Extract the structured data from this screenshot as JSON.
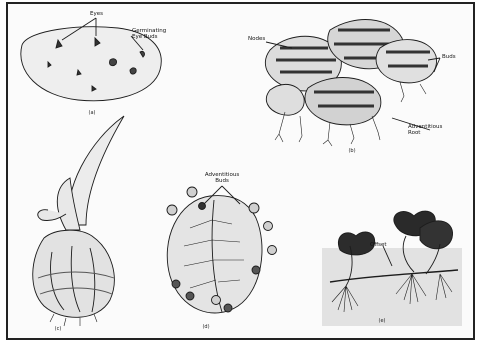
{
  "panels": [
    {
      "id": "a",
      "caption": "(a)",
      "labels": {
        "eyes": "Eyes",
        "germinating": "Germinating\nEye Buds"
      }
    },
    {
      "id": "b",
      "caption": "(b)",
      "labels": {
        "nodes": "Nodes",
        "buds": "Buds",
        "roots": "Adventitious\nRoot"
      }
    },
    {
      "id": "c",
      "caption": "(c)",
      "labels": {}
    },
    {
      "id": "d",
      "caption": "(d)",
      "labels": {
        "buds": "Adventitious\nBuds"
      }
    },
    {
      "id": "e",
      "caption": "(e)",
      "labels": {
        "offset": "Offset"
      }
    }
  ],
  "colors": {
    "frame": "#222222",
    "ink": "#1c1c1c",
    "shade": "#5a5a5a",
    "light": "#e4e4e4"
  }
}
